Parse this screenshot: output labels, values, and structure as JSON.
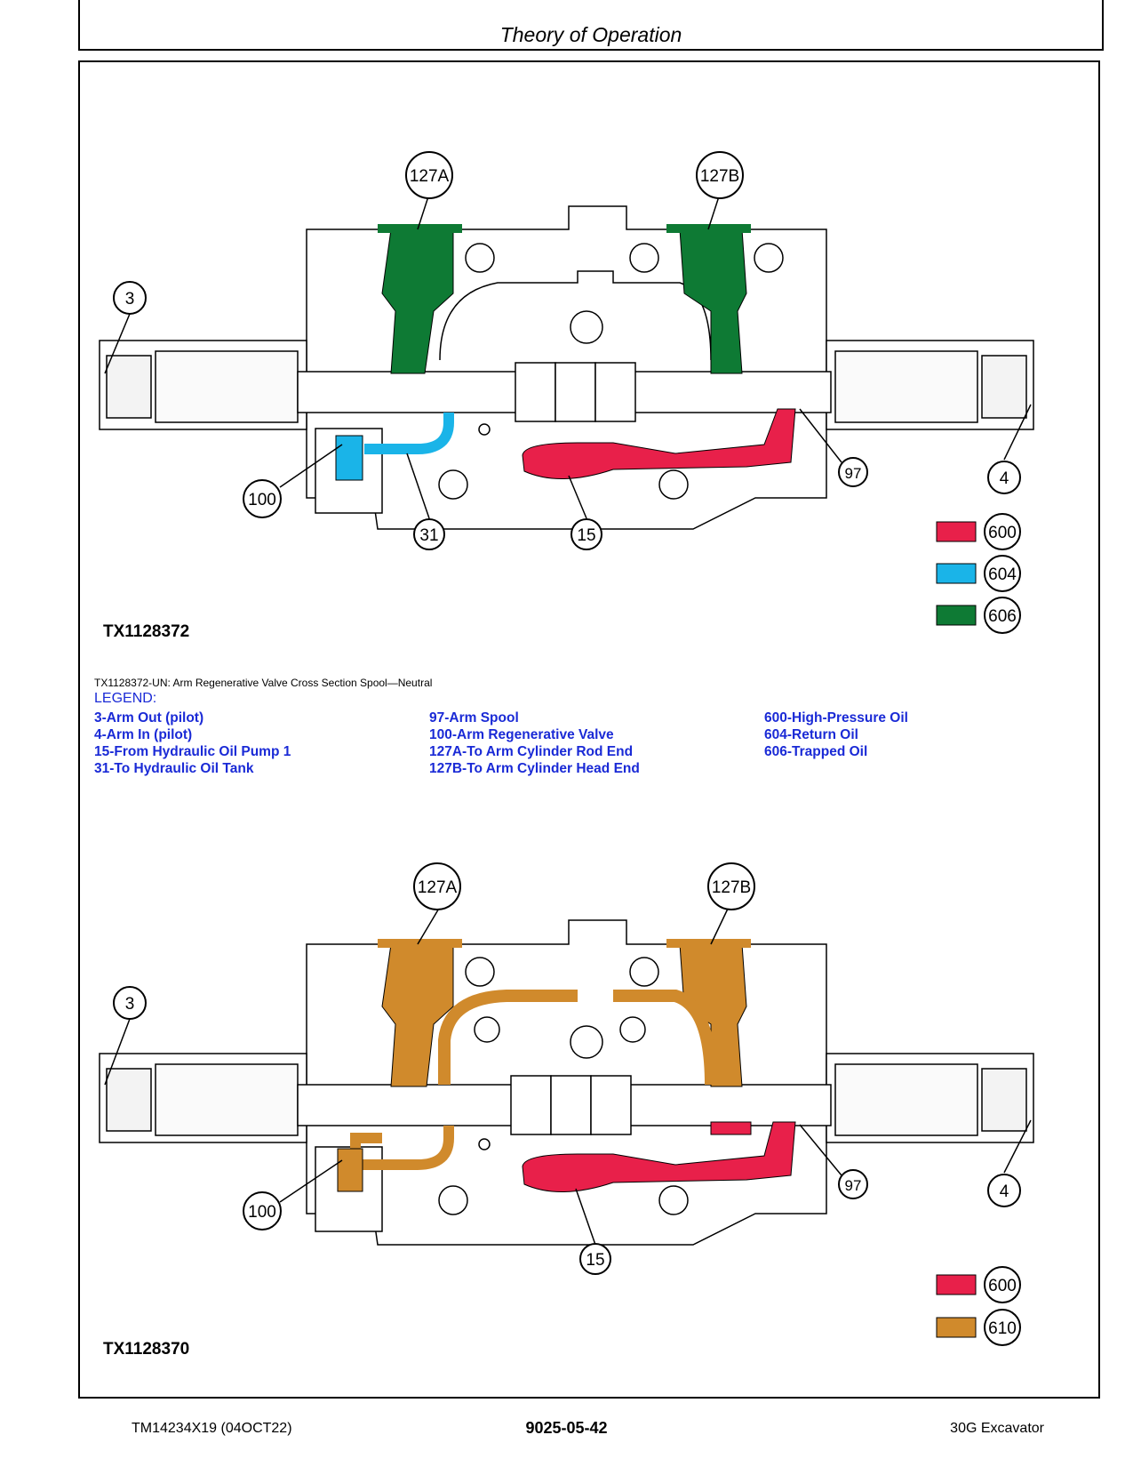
{
  "header": {
    "title": "Theory of Operation"
  },
  "figure_top": {
    "id": "TX1128372",
    "callouts": [
      "127A",
      "127B",
      "3",
      "4",
      "97",
      "100",
      "31",
      "15"
    ],
    "swatches": [
      {
        "code": "600",
        "color": "#e8204a"
      },
      {
        "code": "604",
        "color": "#1ab4e8"
      },
      {
        "code": "606",
        "color": "#0e7a34"
      }
    ]
  },
  "figure_bottom": {
    "id": "TX1128370",
    "callouts": [
      "127A",
      "127B",
      "3",
      "4",
      "97",
      "100",
      "15"
    ],
    "swatches": [
      {
        "code": "600",
        "color": "#e8204a"
      },
      {
        "code": "610",
        "color": "#d08a2c"
      }
    ]
  },
  "caption": "TX1128372-UN: Arm Regenerative Valve Cross Section Spool—Neutral",
  "legend": {
    "title": "LEGEND:",
    "col1": [
      "3-Arm Out (pilot)",
      "4-Arm In (pilot)",
      "15-From Hydraulic Oil Pump 1",
      "31-To Hydraulic Oil Tank"
    ],
    "col2": [
      "97-Arm Spool",
      "100-Arm Regenerative Valve",
      "127A-To Arm Cylinder Rod End",
      "127B-To Arm Cylinder Head End"
    ],
    "col3": [
      "600-High-Pressure Oil",
      "604-Return Oil",
      "606-Trapped Oil"
    ]
  },
  "footer": {
    "left": "TM14234X19 (04OCT22)",
    "center": "9025-05-42",
    "right": "30G Excavator"
  }
}
